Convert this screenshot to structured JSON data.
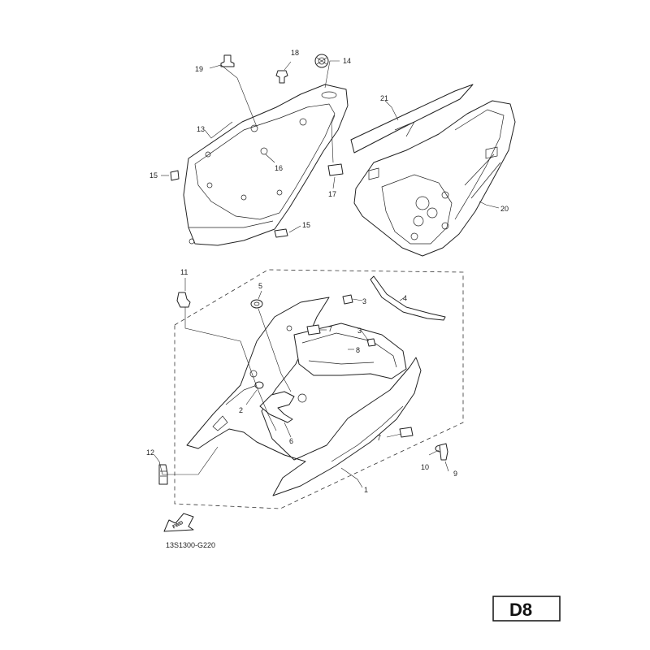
{
  "diagram": {
    "code": "13S1300-G220",
    "page_badge": "D8",
    "fwd_label": "FWD",
    "callouts": [
      "1",
      "2",
      "3",
      "3",
      "4",
      "5",
      "6",
      "7",
      "7",
      "8",
      "9",
      "10",
      "11",
      "12",
      "13",
      "14",
      "15",
      "15",
      "16",
      "17",
      "18",
      "19",
      "20",
      "21"
    ]
  }
}
